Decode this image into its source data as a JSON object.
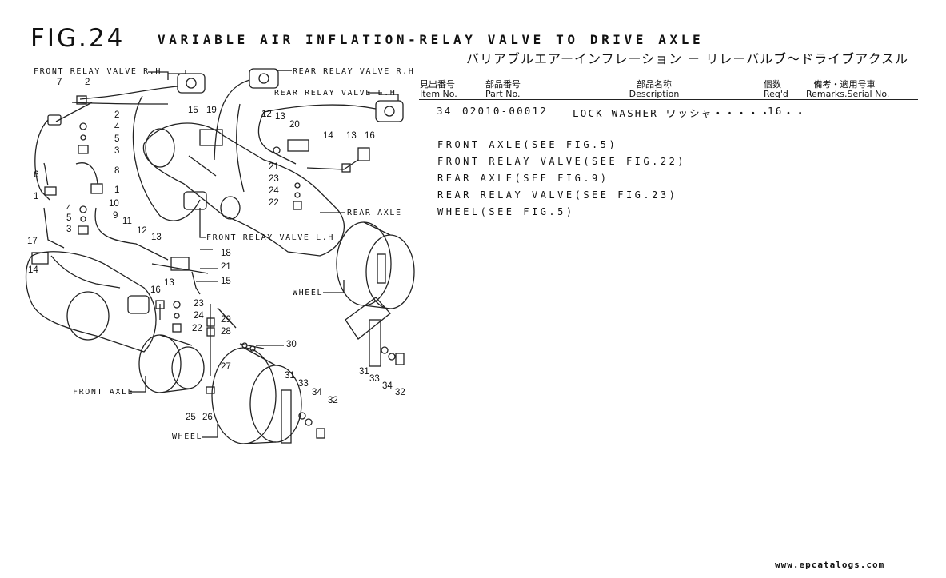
{
  "header": {
    "fig_no": "FIG.24",
    "title": "VARIABLE AIR INFLATION-RELAY VALVE TO DRIVE AXLE",
    "subtitle_jp": "バリアブルエアーインフレーション － リレーバルブ～ドライブアクスル"
  },
  "table": {
    "columns": [
      {
        "jp": "見出番号",
        "en": "Item No."
      },
      {
        "jp": "部品番号",
        "en": "Part No."
      },
      {
        "jp": "部品名称",
        "en": "Description"
      },
      {
        "jp": "個数",
        "en": "Req'd"
      },
      {
        "jp": "備考・適用号車",
        "en": "Remarks.Serial No."
      }
    ],
    "rows": [
      {
        "item": "34",
        "part": "02010-00012",
        "desc": "LOCK WASHER ワッシャ・・・・・・・・",
        "qty": "16"
      }
    ]
  },
  "references": [
    "FRONT AXLE(SEE FIG.5)",
    "FRONT RELAY VALVE(SEE FIG.22)",
    "REAR AXLE(SEE FIG.9)",
    "REAR RELAY VALVE(SEE FIG.23)",
    "WHEEL(SEE FIG.5)"
  ],
  "callouts": {
    "front_relay_rh": "FRONT RELAY VALVE R.H",
    "rear_relay_rh": "REAR RELAY VALVE R.H",
    "rear_relay_lh": "REAR RELAY VALVE L.H",
    "rear_axle": "REAR AXLE",
    "front_relay_lh": "FRONT RELAY VALVE L.H",
    "wheel_right": "WHEEL",
    "front_axle": "FRONT AXLE",
    "wheel_bottom": "WHEEL"
  },
  "item_numbers": [
    "7",
    "2",
    "2",
    "4",
    "5",
    "3",
    "8",
    "6",
    "1",
    "1",
    "4",
    "10",
    "5",
    "3",
    "9",
    "11",
    "12",
    "13",
    "17",
    "14",
    "15",
    "19",
    "12",
    "13",
    "20",
    "14",
    "13",
    "16",
    "21",
    "23",
    "24",
    "22",
    "18",
    "21",
    "15",
    "16",
    "13",
    "23",
    "24",
    "22",
    "29",
    "28",
    "30",
    "27",
    "25",
    "26",
    "31",
    "33",
    "34",
    "32",
    "31",
    "33",
    "34",
    "32"
  ],
  "footer": {
    "website": "www.epcatalogs.com"
  }
}
